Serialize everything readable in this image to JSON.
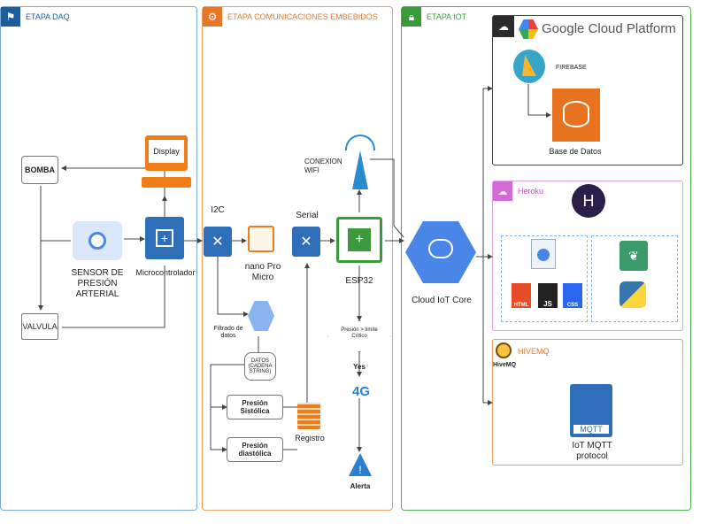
{
  "panels": {
    "daq": {
      "title": "ETAPA DAQ",
      "color": "#7aa7d6"
    },
    "com": {
      "title": "ETAPA COMUNICACIONES EMBEBIDOS",
      "color": "#f0a060"
    },
    "iot": {
      "title": "ETAPA IOT",
      "color": "#55b055"
    }
  },
  "daq": {
    "bomba": "BOMBA",
    "valvula": "VALVULA",
    "sensor": "SENSOR DE PRESIÓN ARTERIAL",
    "micro": "Microcontrolador",
    "display": "Display"
  },
  "com": {
    "i2c": "I2C",
    "nano": "nano Pro Micro",
    "serial": "Serial",
    "esp32": "ESP32",
    "conexion": "CONEXION WIFI",
    "filtrado": "Filtrado de datos",
    "datos": "DATOS (CADENA STRING)",
    "sistolica": "Presión Sistólica",
    "diastolica": "Presión diastólica",
    "registro": "Registro",
    "decision": "Presión > límite Crítico",
    "yes": "Yes",
    "g4": "4G",
    "alerta": "Alerta"
  },
  "iot": {
    "cloud_core": "Cloud IoT Core",
    "gcp_title": "Google Cloud Platform",
    "firebase": "FIREBASE",
    "base_datos": "Base de Datos",
    "heroku": "Heroku",
    "html": "HTML",
    "js": "JS",
    "css": "CSS",
    "hivemq": "HIVEMQ",
    "hivemq_logo": "HiveMQ",
    "mqtt_badge": "MQTT",
    "mqtt": "IoT MQTT protocol"
  },
  "colors": {
    "chip_blue": "#2f6fba",
    "chip_green": "#3c9a3c",
    "chip_orange": "#f07d1a",
    "heroku": "#d36ad6",
    "hive": "#e8843a"
  }
}
